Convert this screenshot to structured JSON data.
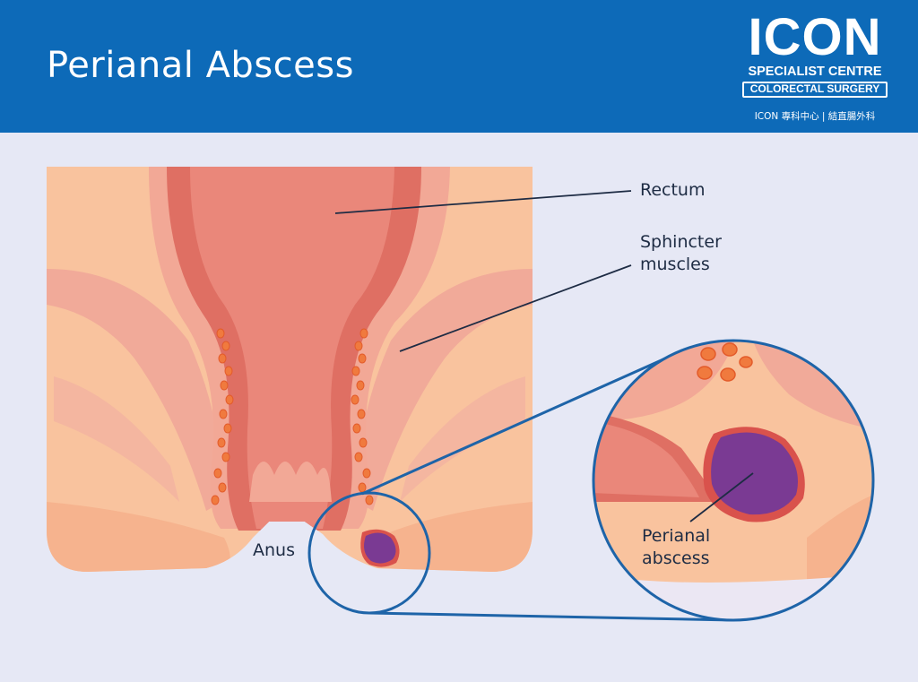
{
  "title": "Perianal Abscess",
  "logo": {
    "wordmark": "ICON",
    "subtitle": "SPECIALIST CENTRE",
    "department": "COLORECTAL SURGERY",
    "chinese_line": "ICON 專科中心 | 結直腸外科"
  },
  "labels": {
    "rectum": "Rectum",
    "sphincter": "Sphincter\nmuscles",
    "anus": "Anus",
    "abscess": "Perianal\nabscess"
  },
  "colors": {
    "header": "#0d6ab8",
    "background": "#e6e8f5",
    "skin": "#f9c39e",
    "muscle": "#f1aa99",
    "rectum": "#e98579",
    "abscess": "#7a3a93",
    "leader_line": "#1e2c44",
    "zoom_outline": "#1e64a8"
  }
}
